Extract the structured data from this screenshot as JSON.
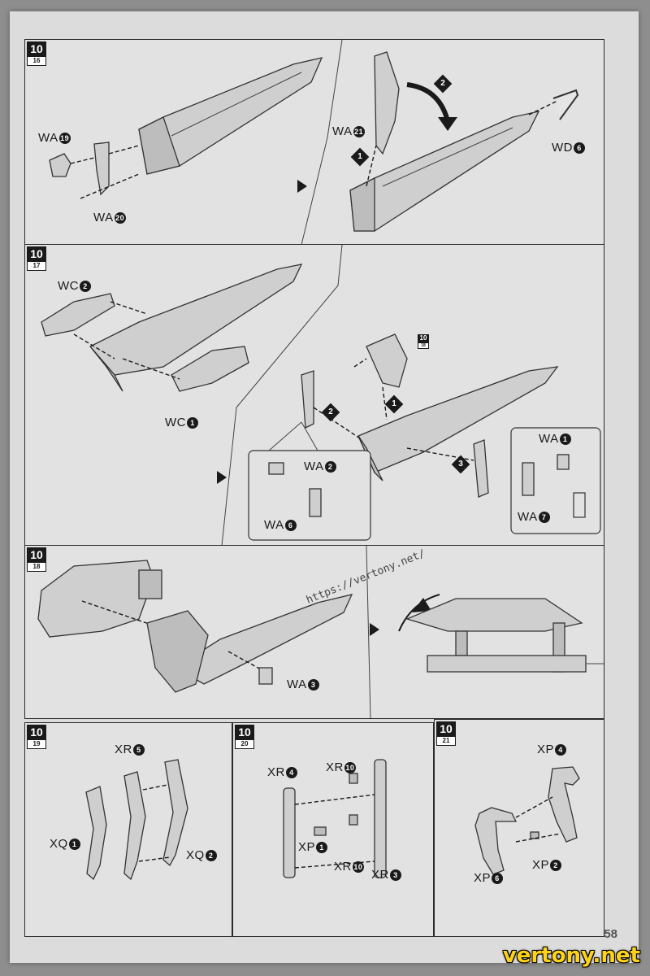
{
  "page": {
    "number": "58",
    "watermark_bottom": "vertony.net",
    "watermark_diagonal": "https://vertony.net/"
  },
  "panels": [
    {
      "id": "p1",
      "step": "10",
      "substep": "16",
      "labels": [
        {
          "code": "WA",
          "num": "19"
        },
        {
          "code": "WA",
          "num": "20"
        },
        {
          "code": "WA",
          "num": "21"
        },
        {
          "code": "WD",
          "num": "6"
        }
      ],
      "seq": [
        "1",
        "2"
      ]
    },
    {
      "id": "p2",
      "step": "10",
      "substep": "17",
      "inner_step": "10",
      "inner_sub": "18",
      "labels": [
        {
          "code": "WC",
          "num": "2"
        },
        {
          "code": "WC",
          "num": "1"
        },
        {
          "code": "WA",
          "num": "2"
        },
        {
          "code": "WA",
          "num": "6"
        },
        {
          "code": "WA",
          "num": "1"
        },
        {
          "code": "WA",
          "num": "7"
        }
      ],
      "seq": [
        "1",
        "2",
        "3"
      ]
    },
    {
      "id": "p3",
      "step": "10",
      "substep": "18",
      "labels": [
        {
          "code": "WA",
          "num": "3"
        }
      ]
    },
    {
      "id": "p4",
      "step": "10",
      "substep": "19",
      "labels": [
        {
          "code": "XR",
          "num": "5"
        },
        {
          "code": "XQ",
          "num": "1"
        },
        {
          "code": "XQ",
          "num": "2"
        }
      ]
    },
    {
      "id": "p5",
      "step": "10",
      "substep": "20",
      "labels": [
        {
          "code": "XR",
          "num": "4"
        },
        {
          "code": "XR",
          "num": "10"
        },
        {
          "code": "XP",
          "num": "1"
        },
        {
          "code": "XR",
          "num": "10"
        },
        {
          "code": "XR",
          "num": "3"
        }
      ]
    },
    {
      "id": "p6",
      "step": "10",
      "substep": "21",
      "labels": [
        {
          "code": "XP",
          "num": "4"
        },
        {
          "code": "XP",
          "num": "6"
        },
        {
          "code": "XP",
          "num": "2"
        }
      ]
    }
  ]
}
